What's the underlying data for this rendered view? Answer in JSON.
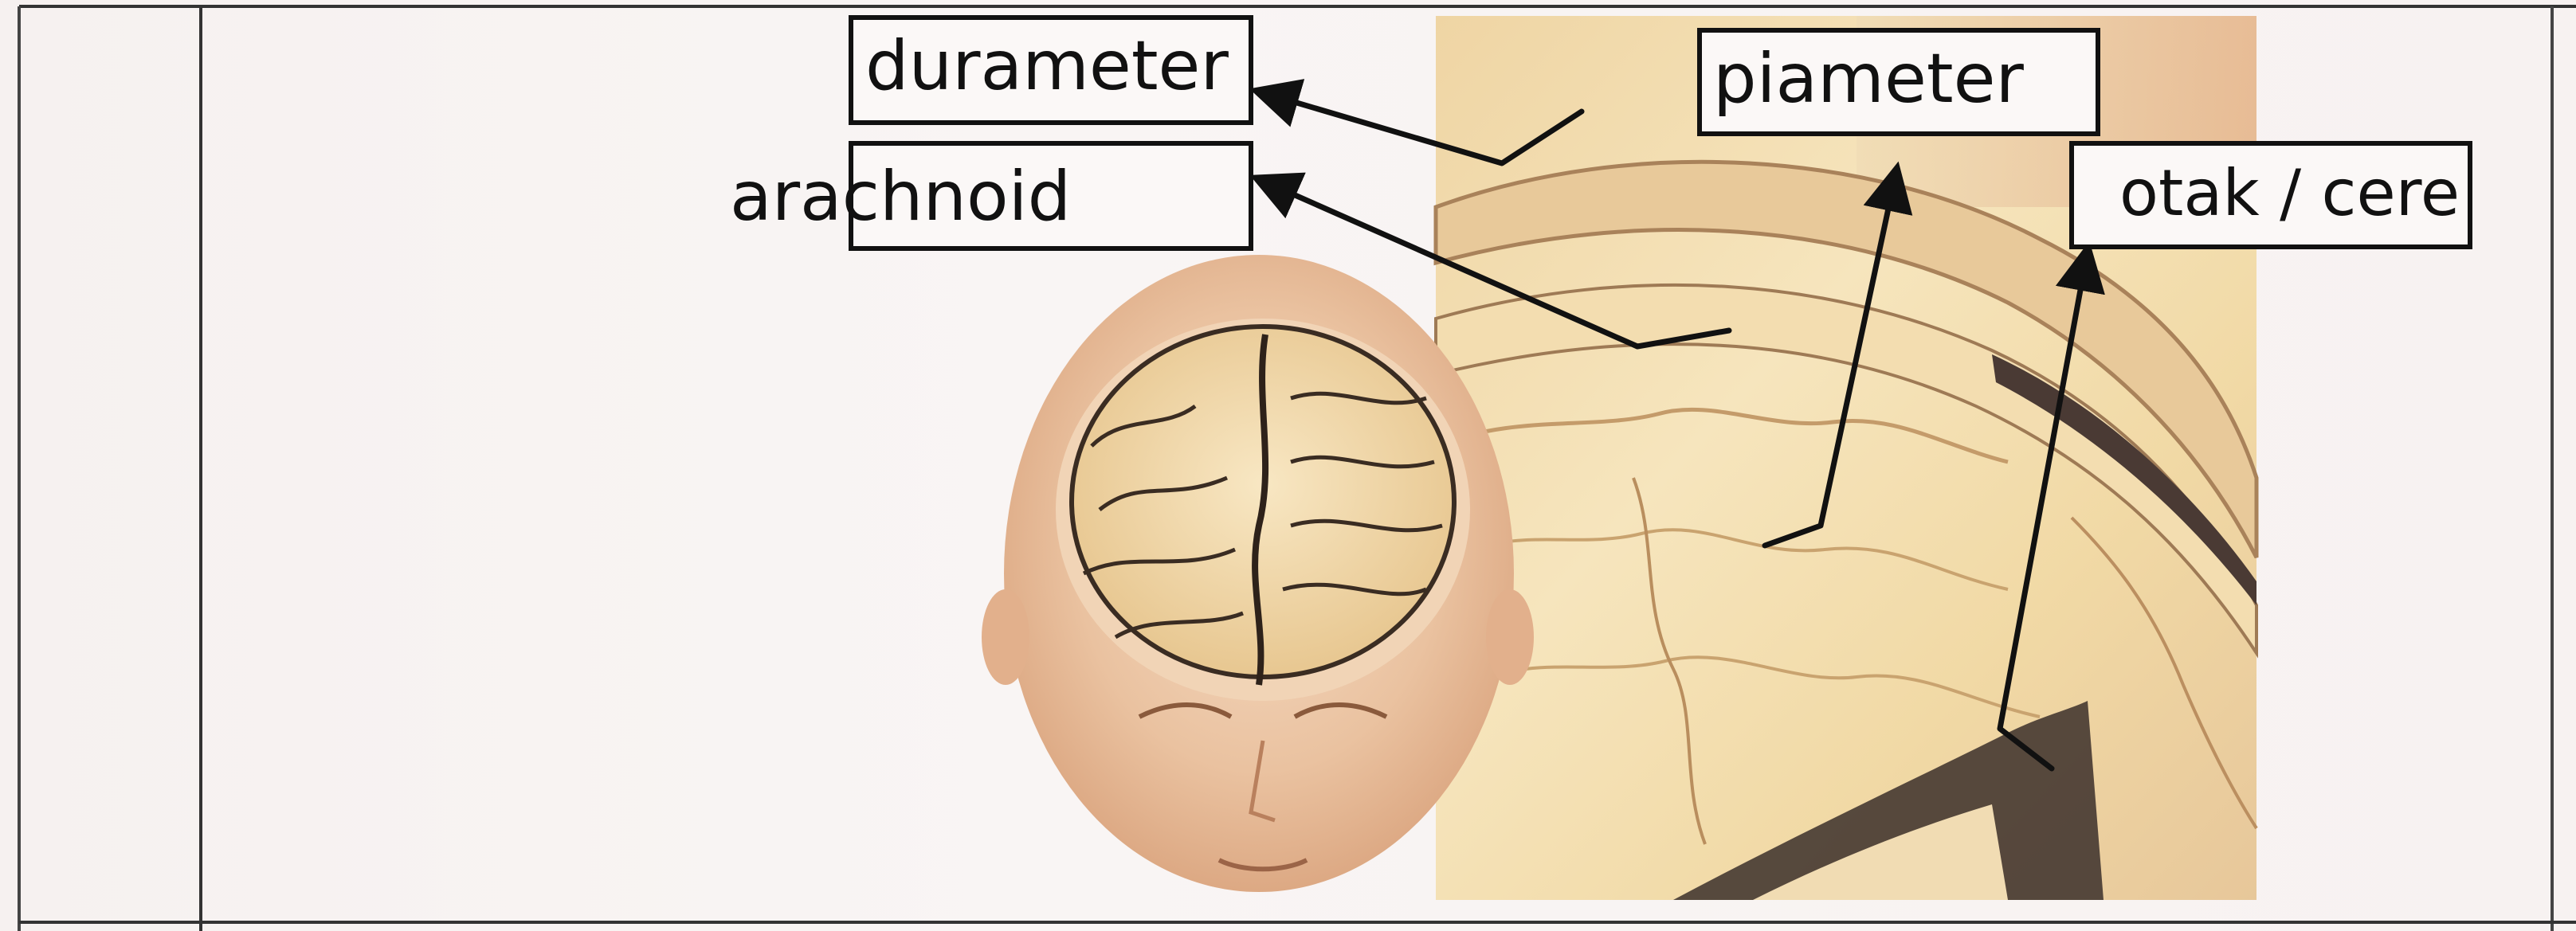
{
  "labels": {
    "durameter": "durameter",
    "piameter": "piameter",
    "arachnoid": "arachnoid",
    "otak": "otak / cere"
  },
  "colors": {
    "ink": "#111111",
    "paper": "#f8f3f2",
    "skin": "#f0d0b3",
    "tissue": "#f0ddad",
    "tissue_dark": "#c79a67"
  }
}
